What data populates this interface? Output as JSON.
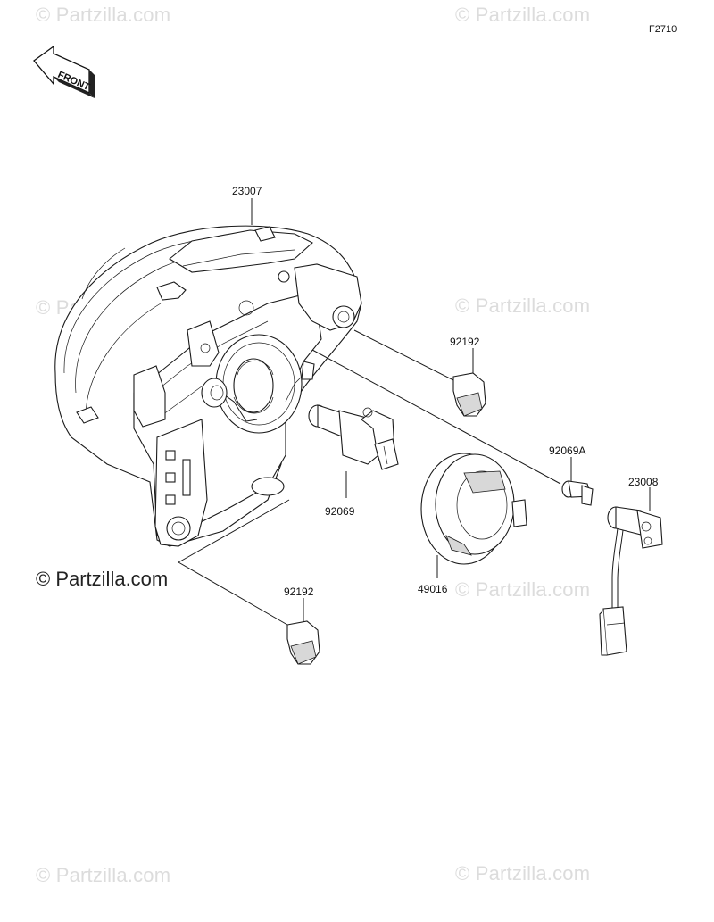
{
  "figure_code": "F2710",
  "front_label": "FRONT",
  "watermark_text": "© Partzilla.com",
  "part_labels": {
    "headlight_assy": "23007",
    "bulb_socket_cap_top": "92192",
    "bulb_h4": "92069",
    "bulb_position": "92069A",
    "socket_assy": "23008",
    "dust_cover": "49016",
    "bulb_socket_cap_bottom": "92192"
  }
}
